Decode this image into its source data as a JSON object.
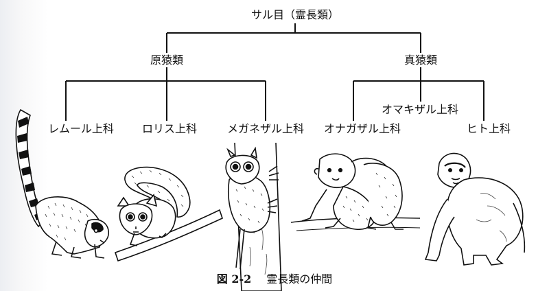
{
  "diagram": {
    "root": "サル目（霊長類）",
    "suborders": [
      "原猿類",
      "真猿類"
    ],
    "superfamilies": {
      "lemur": "レムール上科",
      "loris": "ロリス上科",
      "tarsier": "メガネザル上科",
      "oldworld": "オナガザル上科",
      "newworld": "オマキザル上科",
      "hominoid": "ヒト上科"
    },
    "animals": [
      "lemur-illustration",
      "galago-illustration",
      "tarsier-illustration",
      "monkey-illustration",
      "gorilla-illustration"
    ]
  },
  "caption": {
    "number": "図 2-2",
    "text": "霊長類の仲間"
  },
  "colors": {
    "ink": "#111111",
    "paper": "#ffffff"
  }
}
